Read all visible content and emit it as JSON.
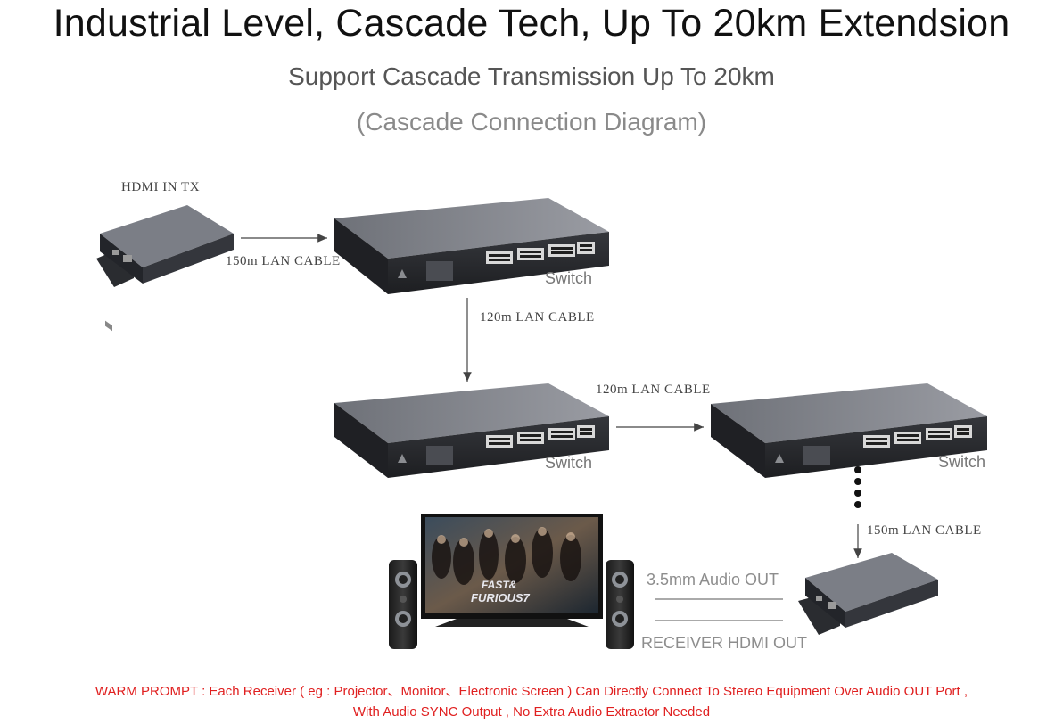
{
  "header": {
    "title": "Industrial Level, Cascade Tech, Up To 20km Extendsion",
    "subtitle": "Support Cascade Transmission Up To 20km",
    "caption": "(Cascade Connection Diagram)"
  },
  "diagram": {
    "tx_label": "HDMI IN TX",
    "cable_1": "150m LAN CABLE",
    "cable_2": "120m LAN CABLE",
    "cable_3": "120m LAN CABLE",
    "cable_4": "150m LAN CABLE",
    "switch_1": "Switch",
    "switch_2": "Switch",
    "switch_3": "Switch",
    "audio_out": "3.5mm Audio OUT",
    "hdmi_out": "RECEIVER HDMI OUT",
    "poster_line1": "FAST&",
    "poster_line2": "FURIOUS7"
  },
  "footer": {
    "line1": "WARM PROMPT : Each Receiver ( eg : Projector、Monitor、Electronic Screen ) Can Directly Connect To Stereo Equipment Over Audio OUT Port ,",
    "line2": "With Audio SYNC Output , No Extra Audio Extractor Needed"
  },
  "colors": {
    "warning": "#e02020",
    "device_body": "#2b2d31"
  }
}
